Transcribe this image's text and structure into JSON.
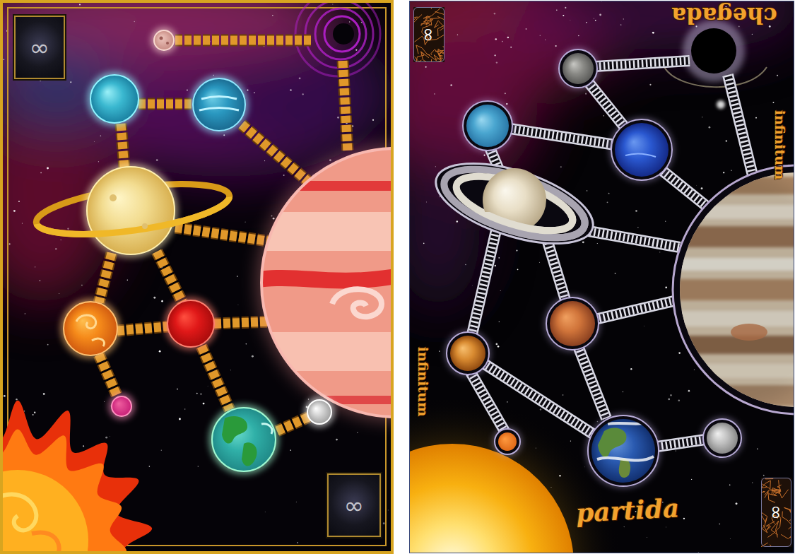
{
  "diagram": {
    "nodes": [
      {
        "text": [
          "∞"
        ]
      },
      {
        "text": [
          "∞"
        ]
      },
      {
        "text": [
          "∞"
        ]
      },
      {
        "text": [
          "∞"
        ]
      }
    ],
    "labels": [
      "chegada",
      "infinitum",
      "infinitum",
      "partida"
    ]
  }
}
